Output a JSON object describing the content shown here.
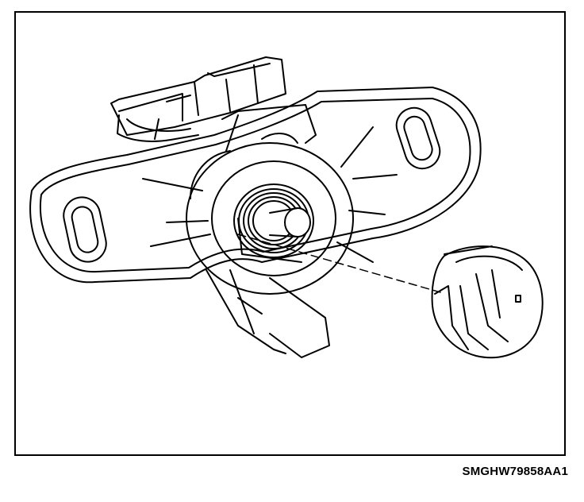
{
  "figure_id": "SMGHW79858AA1",
  "parts": [
    "mounting-plate",
    "electrical-connector",
    "switch-housing",
    "clock-spring-coil",
    "lock-cylinder-shaft",
    "retaining-clip"
  ]
}
